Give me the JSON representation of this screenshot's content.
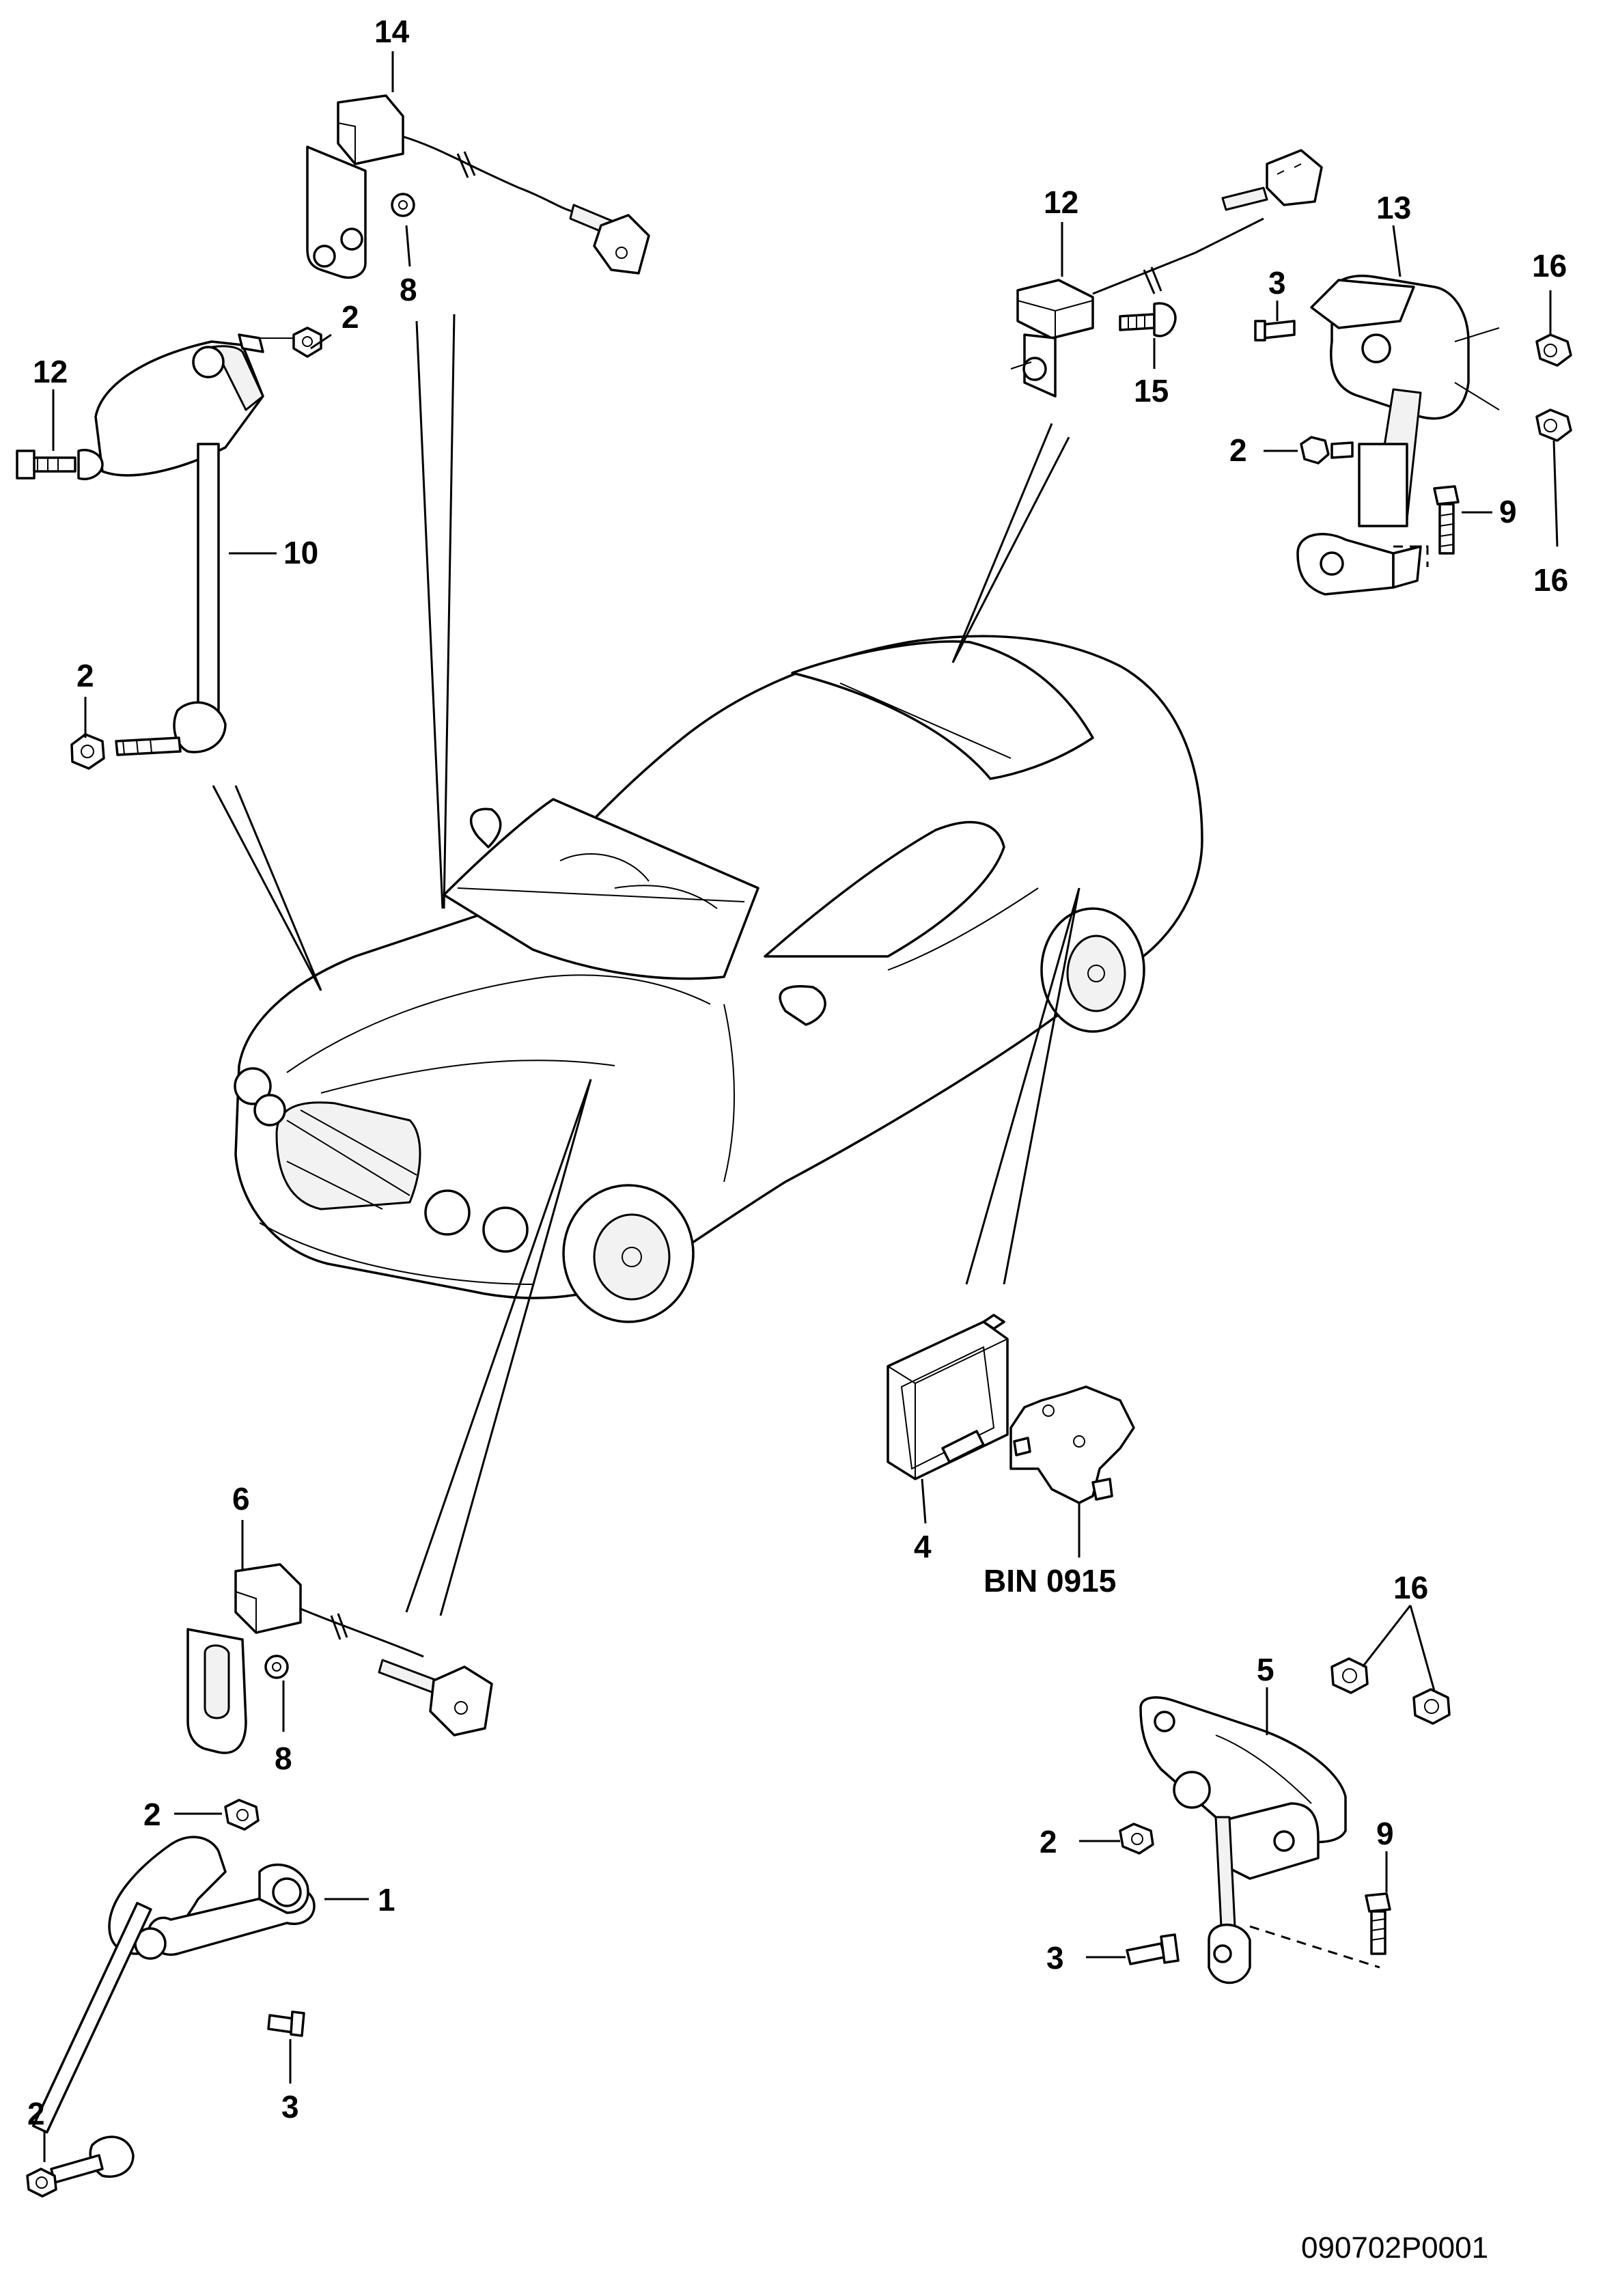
{
  "diagram": {
    "reference_code": "090702P0001",
    "bin_label": "BIN 0915",
    "callouts": {
      "p14": "14",
      "p8a": "8",
      "p12a": "12",
      "p2a": "2",
      "p10": "10",
      "p2b": "2",
      "p12b": "12",
      "p15": "15",
      "p13": "13",
      "p3a": "3",
      "p16a": "16",
      "p2c": "2",
      "p9a": "9",
      "p16b": "16",
      "p4": "4",
      "p6": "6",
      "p8b": "8",
      "p2d": "2",
      "p1": "1",
      "p3b": "3",
      "p2e": "2",
      "p16c": "16",
      "p5": "5",
      "p2f": "2",
      "p9b": "9",
      "p3c": "3"
    }
  }
}
